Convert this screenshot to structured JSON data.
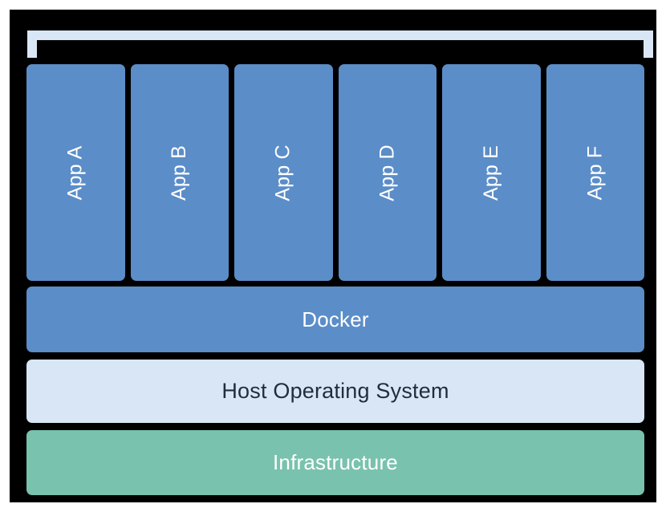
{
  "diagram": {
    "title": "Docker container architecture stack",
    "type": "layered-stack",
    "colors": {
      "page_background": "#ffffff",
      "canvas_background": "#000000",
      "app_blue": "#5b8dc8",
      "docker_blue": "#5b8dc8",
      "host_os_light_blue": "#d8e6f6",
      "infrastructure_green": "#79c2ad",
      "bracket": "#d8e6f6",
      "light_text": "#ffffff",
      "dark_text": "#1f2d3d"
    },
    "bracket": {
      "name": "container-grouping-bracket",
      "style": "open-bottom rectangle",
      "color": "#d8e6f6"
    },
    "apps": [
      {
        "label": "App A"
      },
      {
        "label": "App B"
      },
      {
        "label": "App C"
      },
      {
        "label": "App D"
      },
      {
        "label": "App E"
      },
      {
        "label": "App F"
      }
    ],
    "layers": [
      {
        "id": "docker",
        "label": "Docker"
      },
      {
        "id": "host-os",
        "label": "Host Operating System"
      },
      {
        "id": "infrastructure",
        "label": "Infrastructure"
      }
    ]
  }
}
